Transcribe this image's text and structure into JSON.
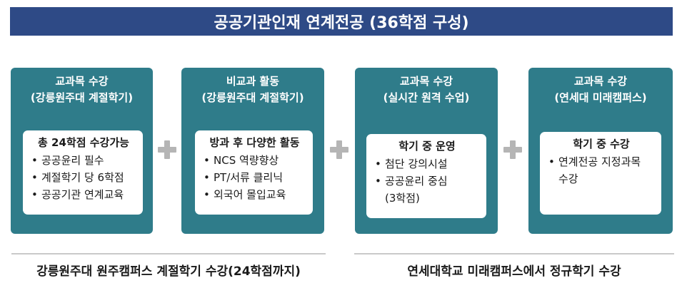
{
  "title": "공공기관인재 연계전공 (36학점 구성)",
  "cards": [
    {
      "title_lines": [
        "교과목 수강",
        "(강릉원주대 계절학기)"
      ],
      "heading": "총 24학점 수강가능",
      "items": [
        "공공윤리 필수",
        "계절학기 당 6학점",
        "공공기관 연계교육"
      ]
    },
    {
      "title_lines": [
        "비교과 활동",
        "(강릉원주대 계절학기)"
      ],
      "heading": "방과 후 다양한 활동",
      "items": [
        "NCS 역량향상",
        "PT/서류 클리닉",
        "외국어 몰입교육"
      ]
    },
    {
      "title_lines": [
        "교과목 수강",
        "(실시간 원격 수업)"
      ],
      "heading": "학기 중 운영",
      "items": [
        "첨단 강의시설",
        "공공윤리 중심",
        "(3학점)"
      ]
    },
    {
      "title_lines": [
        "교과목 수강",
        "(연세대 미래캠퍼스)"
      ],
      "heading": "학기 중 수강",
      "items": [
        "연계전공 지정과목",
        "수강"
      ]
    }
  ],
  "footer": {
    "left": "강릉원주대 원주캠퍼스 계절학기 수강(24학점까지)",
    "right": "연세대학교 미래캠퍼스에서 정규학기 수강"
  }
}
